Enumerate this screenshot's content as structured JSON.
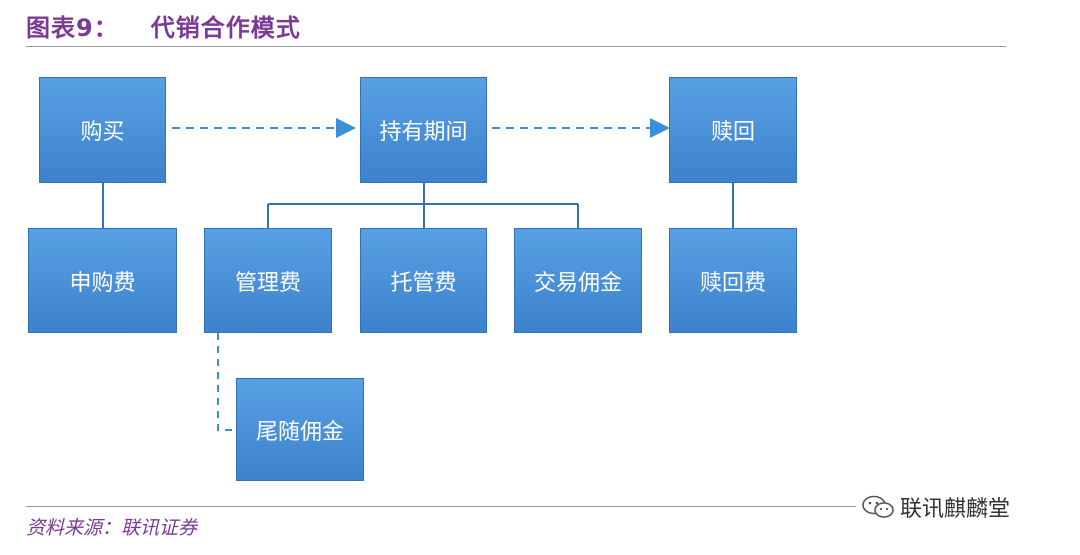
{
  "title": {
    "number": "图表9：",
    "text": "代销合作模式"
  },
  "nodes": {
    "buy": "购买",
    "hold": "持有期间",
    "redeem": "赎回",
    "subscription_fee": "申购费",
    "management_fee": "管理费",
    "custody_fee": "托管费",
    "trading_commission": "交易佣金",
    "redemption_fee": "赎回费",
    "trailing_commission": "尾随佣金"
  },
  "source": "资料来源：联讯证券",
  "watermark": {
    "icon": "wechat-icon",
    "text": "联讯麒麟堂"
  },
  "colors": {
    "box": "#4a90d9",
    "title": "#7b3a96",
    "line": "#3572b4"
  }
}
